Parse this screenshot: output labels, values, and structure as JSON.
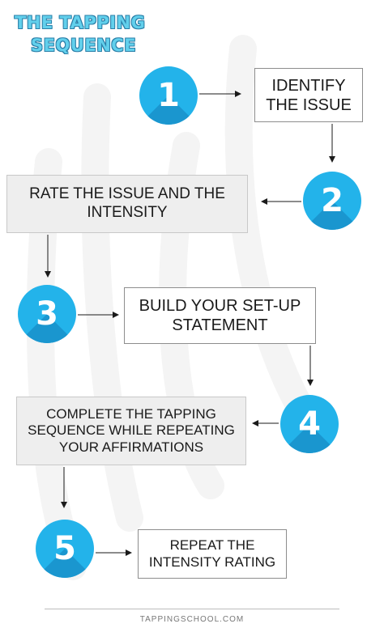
{
  "title": {
    "line1": "THE TAPPING",
    "line2": "SEQUENCE"
  },
  "steps": [
    {
      "number": "1",
      "text": "IDENTIFY THE ISSUE"
    },
    {
      "number": "2",
      "text": "RATE THE ISSUE AND THE INTENSITY"
    },
    {
      "number": "3",
      "text": "BUILD YOUR SET-UP STATEMENT"
    },
    {
      "number": "4",
      "text": "COMPLETE THE TAPPING SEQUENCE WHILE REPEATING YOUR AFFIRMATIONS"
    },
    {
      "number": "5",
      "text": "REPEAT THE INTENSITY RATING"
    }
  ],
  "footer": "TAPPINGSCHOOL.COM",
  "colors": {
    "circle": "#23b3ea",
    "circle_shade": "#1a96cf",
    "title": "#62d0ec",
    "arrow": "#1a1a1a"
  }
}
